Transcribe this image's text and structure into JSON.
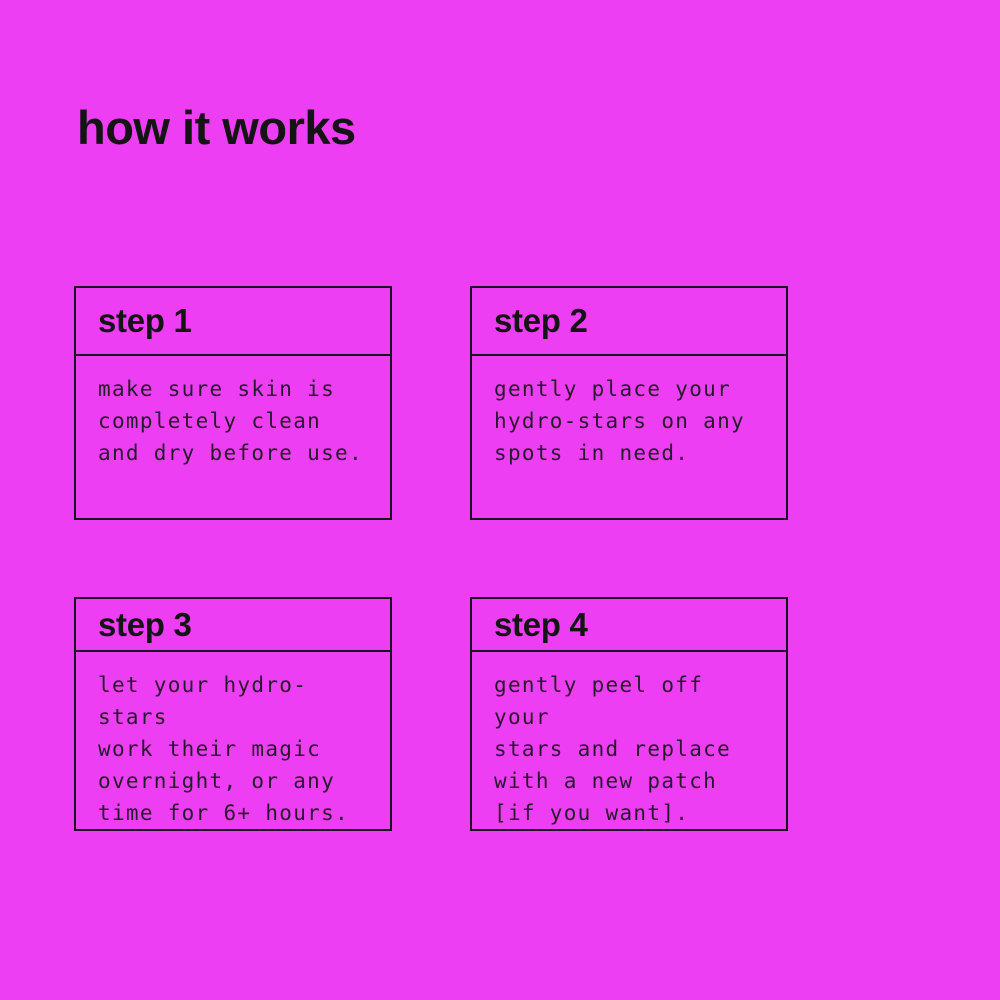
{
  "page": {
    "title": "how it works",
    "background_color": "#ee3ef3",
    "border_color": "#1c1224",
    "heading_color": "#141414"
  },
  "steps": [
    {
      "label": "step 1",
      "description": "make sure skin is\ncompletely clean\nand dry before use."
    },
    {
      "label": "step 2",
      "description": "gently place your\nhydro-stars on any\nspots in need."
    },
    {
      "label": "step 3",
      "description": "let your hydro-stars\nwork their magic\novernight, or any\ntime for 6+ hours."
    },
    {
      "label": "step 4",
      "description": "gently peel off your\nstars and replace\nwith a new patch\n[if you want]."
    }
  ]
}
